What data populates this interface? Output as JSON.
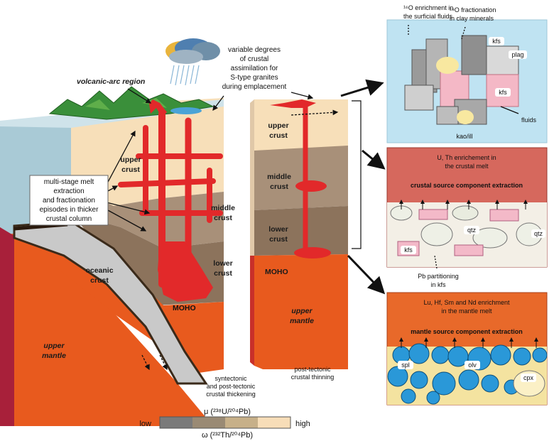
{
  "labels": {
    "volcanic_arc": "volcanic-arc region",
    "assimilation": [
      "variable degrees",
      "of crustal",
      "assimilation for",
      "S-type granites",
      "during emplacement"
    ],
    "multistage": [
      "multi-stage melt",
      "extraction",
      "and fractionation",
      "episodes in thicker",
      "crustal column"
    ],
    "left_upper_crust": [
      "upper",
      "crust"
    ],
    "left_middle_crust": [
      "middle",
      "crust"
    ],
    "left_lower_crust": [
      "lower",
      "crust"
    ],
    "left_moho": "MOHO",
    "oceanic_crust": [
      "oceanic",
      "crust"
    ],
    "left_upper_mantle": [
      "upper",
      "mantle"
    ],
    "syntectonic": [
      "syntectonic",
      "and post-tectonic",
      "crustal thickening"
    ],
    "right_upper_crust": [
      "upper",
      "crust"
    ],
    "right_middle_crust": [
      "middle",
      "crust"
    ],
    "right_lower_crust": [
      "lower",
      "crust"
    ],
    "right_moho": "MOHO",
    "right_upper_mantle": [
      "upper",
      "mantle"
    ],
    "post_tectonic": [
      "post-tectonic",
      "crustal thinning"
    ]
  },
  "panel_top": {
    "o16": [
      "¹⁶O enrichment in",
      "the surficial fluids"
    ],
    "o18": [
      "¹⁸O fractionation",
      "in clay minerals"
    ],
    "kfs1": "kfs",
    "plag": "plag",
    "kfs2": "kfs",
    "fluids": "fluids",
    "kao": "kao/ill"
  },
  "panel_mid": {
    "title": [
      "U, Th enrichement in",
      "the crustal melt"
    ],
    "heading": "crustal source component extraction",
    "qtz1": "qtz",
    "qtz2": "qtz",
    "kfs": "kfs",
    "pb": [
      "Pb partitioning",
      "in kfs"
    ]
  },
  "panel_bot": {
    "title": [
      "Lu, Hf, Sm and Nd enrichment",
      "in the mantle melt"
    ],
    "heading": "mantle source component extraction",
    "spl": "spl",
    "olv": "olv",
    "cpx": "cpx"
  },
  "legend": {
    "mu": "μ (²³⁸U/²⁰⁴Pb)",
    "omega": "ω (²³²Th/²⁰⁴Pb)",
    "low": "low",
    "high": "high",
    "colors": [
      "#7a7a7a",
      "#9a8a74",
      "#c7b089",
      "#f7ddb8"
    ]
  },
  "colors": {
    "upper_crust": "#f7dfb9",
    "middle_crust": "#a89079",
    "lower_crust": "#8c735c",
    "mantle": "#e85a1e",
    "melt": "#e2292a",
    "oceanic": "#c9c9c9",
    "sea": "#a9cad6",
    "panel_top_bg": "#bfe3f2",
    "panel_mid_bg": "#d6685d",
    "panel_bot_bg": "#e8692a"
  }
}
